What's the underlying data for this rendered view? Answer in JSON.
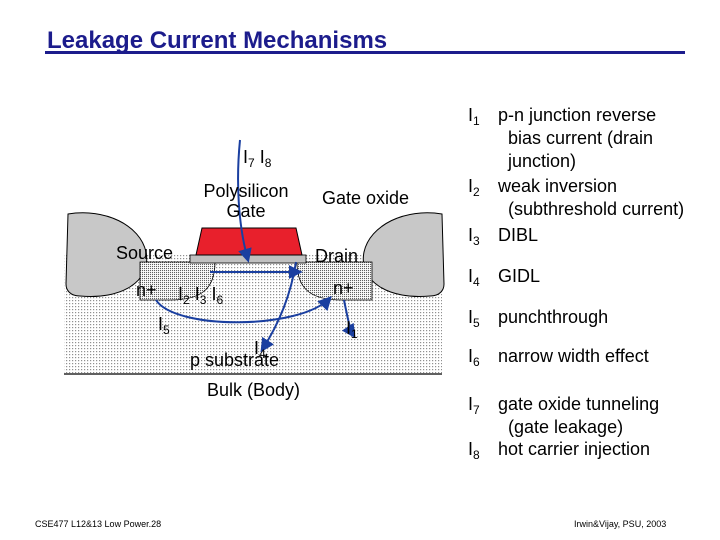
{
  "slide": {
    "title": "Leakage Current Mechanisms",
    "footer_left": "CSE477 L12&13 Low Power.28",
    "footer_right": "Irwin&Vijay, PSU, 2003"
  },
  "diagram": {
    "gate_label": "Polysilicon\nGate",
    "gate_oxide_label": "Gate oxide",
    "source_label": "Source",
    "drain_label": "Drain",
    "source_doping": "n+",
    "drain_doping": "n+",
    "substrate_label": "p substrate",
    "bulk_label": "Bulk (Body)",
    "gate_currents": {
      "l7": "I",
      "s7": "7",
      "l8": "I",
      "s8": "8"
    },
    "channel_currents": {
      "l2": "I",
      "s2": "2",
      "l3": "I",
      "s3": "3",
      "l6": "I",
      "s6": "6"
    },
    "i5": {
      "letter": "I",
      "sub": "5"
    },
    "i4": {
      "letter": "I",
      "sub": "4"
    },
    "i1": {
      "letter": "I",
      "sub": "1"
    },
    "colors": {
      "gate": "#e8202c",
      "arrow": "#1a3fa0",
      "oxide": "#c0c0c0"
    }
  },
  "mechanisms": [
    {
      "symbol": "I",
      "sub": "1",
      "text": "p-n junction reverse\n  bias current (drain\n  junction)"
    },
    {
      "symbol": "I",
      "sub": "2",
      "text": "weak inversion\n  (subthreshold current)"
    },
    {
      "symbol": "I",
      "sub": "3",
      "text": "DIBL"
    },
    {
      "symbol": "I",
      "sub": "4",
      "text": "GIDL"
    },
    {
      "symbol": "I",
      "sub": "5",
      "text": "punchthrough"
    },
    {
      "symbol": "I",
      "sub": "6",
      "text": "narrow width effect"
    },
    {
      "symbol": "I",
      "sub": "7",
      "text": "gate oxide tunneling\n  (gate leakage)"
    },
    {
      "symbol": "I",
      "sub": "8",
      "text": "hot carrier injection"
    }
  ]
}
